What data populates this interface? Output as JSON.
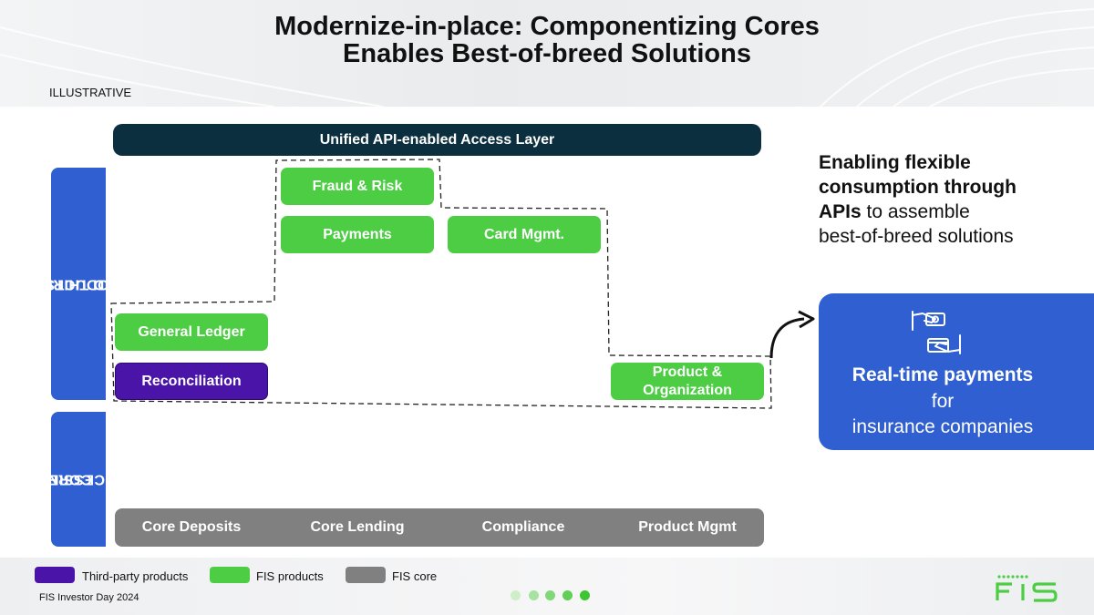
{
  "title_line1": "Modernize-in-place: Componentizing Cores",
  "title_line2": "Enables Best-of-breed Solutions",
  "tag": "ILLUSTRATIVE",
  "access_layer": "Unified API-enabled Access Layer",
  "side_labels": {
    "products_line1": "FIS AND THIRD-PARTY",
    "products_line2": "PRODUCTS",
    "core_line1": "CORE",
    "core_line2": "PROCESSING"
  },
  "components": {
    "fraud": "Fraud & Risk",
    "payments": "Payments",
    "card": "Card Mgmt.",
    "ledger": "General Ledger",
    "reconciliation": "Reconciliation",
    "product_org_line1": "Product &",
    "product_org_line2": "Organization"
  },
  "core": [
    "Core Deposits",
    "Core Lending",
    "Compliance",
    "Product Mgmt"
  ],
  "enabling": {
    "bold1": "Enabling flexible",
    "bold2": "consumption through",
    "bold3": "APIs",
    "rest3": " to assemble",
    "line4": "best-of-breed solutions"
  },
  "realtime": {
    "title": "Real-time payments",
    "line2": "for",
    "line3": "insurance companies",
    "icon": "hand-card-payment-icon"
  },
  "legend": [
    {
      "label": "Third-party products",
      "color": "#4a14a8"
    },
    {
      "label": "FIS products",
      "color": "#4ccd44"
    },
    {
      "label": "FIS core",
      "color": "#808080"
    }
  ],
  "footer": "FIS Investor Day 2024",
  "colors": {
    "accent_blue": "#2f5fd0",
    "dark_teal": "#0b2f3e",
    "fis_green": "#4ccd44"
  }
}
